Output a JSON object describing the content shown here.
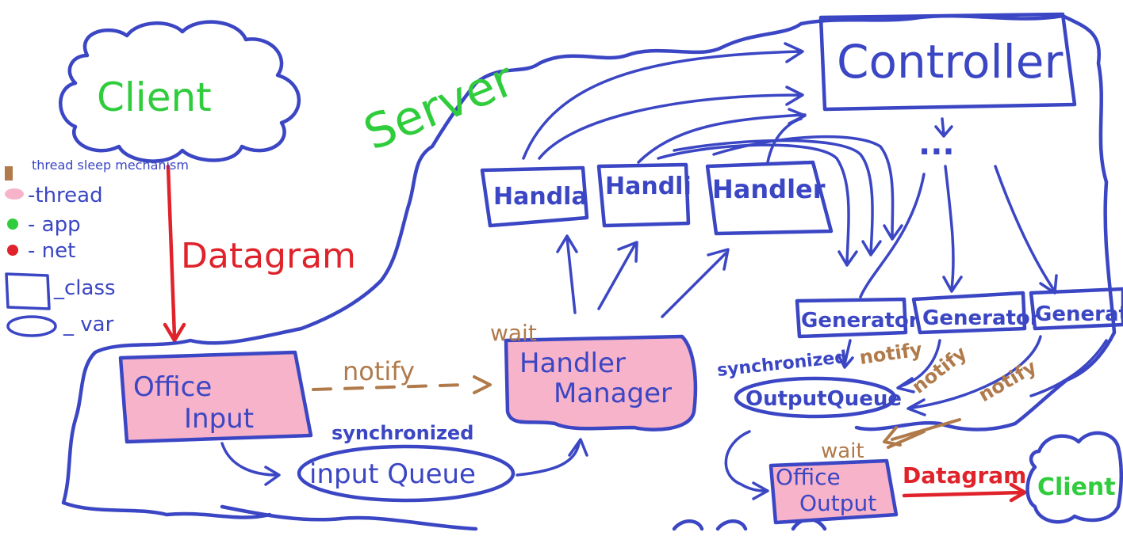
{
  "diagram": {
    "client_top": "Client",
    "client_bottom": "Client",
    "server": "Server",
    "controller": "Controller",
    "ellipsis": "...",
    "handlers": [
      "Handla",
      "Handli",
      "Handler"
    ],
    "generators": [
      "Generator",
      "Generator",
      "Generato"
    ],
    "office_input": [
      "Office",
      "Input"
    ],
    "office_output": [
      "Office",
      "Output"
    ],
    "handler_manager": [
      "Handler",
      "Manager"
    ],
    "input_queue": "input Queue",
    "output_queue": "OutputQueue",
    "datagram_main": "Datagram",
    "datagram_small": "Datagram",
    "notify_main": "notify",
    "notify_1": "notify",
    "notify_2": "notify",
    "notify_3": "notify",
    "synchronized_input": "synchronized",
    "synchronized_output": "synchronized",
    "wait_manager": "wait",
    "wait_output": "wait"
  },
  "legend": {
    "items": [
      {
        "label": "thread sleep mechanism",
        "color": "#b07a4a"
      },
      {
        "label": "-thread",
        "color": "#f7b3c9"
      },
      {
        "label": "- app",
        "color": "#2fcc3c"
      },
      {
        "label": "- net",
        "color": "#e0222a"
      },
      {
        "label": "_class",
        "shape": "rectangle"
      },
      {
        "label": "_ var",
        "shape": "ellipse"
      }
    ]
  }
}
